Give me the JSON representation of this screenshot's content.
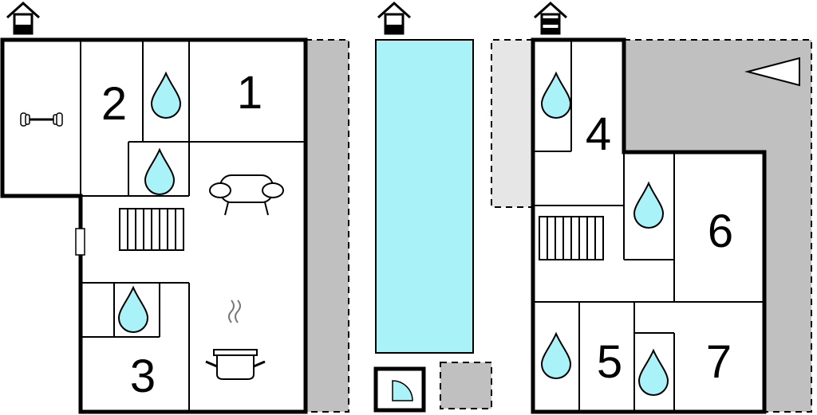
{
  "floor_indicators": [
    {
      "name": "ground-floor-icon",
      "fill_level": "bottom"
    },
    {
      "name": "outdoor-level-icon",
      "fill_level": "bottom"
    },
    {
      "name": "upper-floor-icon",
      "fill_level": "middle"
    }
  ],
  "rooms": {
    "r1": "1",
    "r2": "2",
    "r3": "3",
    "r4": "4",
    "r5": "5",
    "r6": "6",
    "r7": "7"
  },
  "colors": {
    "water": "#a9f3f8",
    "terrace": "#c0c0c0",
    "terrace_light": "#e6e6e6",
    "wall": "#000000"
  },
  "icons": [
    "house-level-icon",
    "dumbbell-icon",
    "water-drop-icon",
    "sofa-icon",
    "stairs-icon",
    "door-icon",
    "cooking-pot-icon",
    "pool",
    "shower-icon",
    "direction-arrow-icon"
  ]
}
